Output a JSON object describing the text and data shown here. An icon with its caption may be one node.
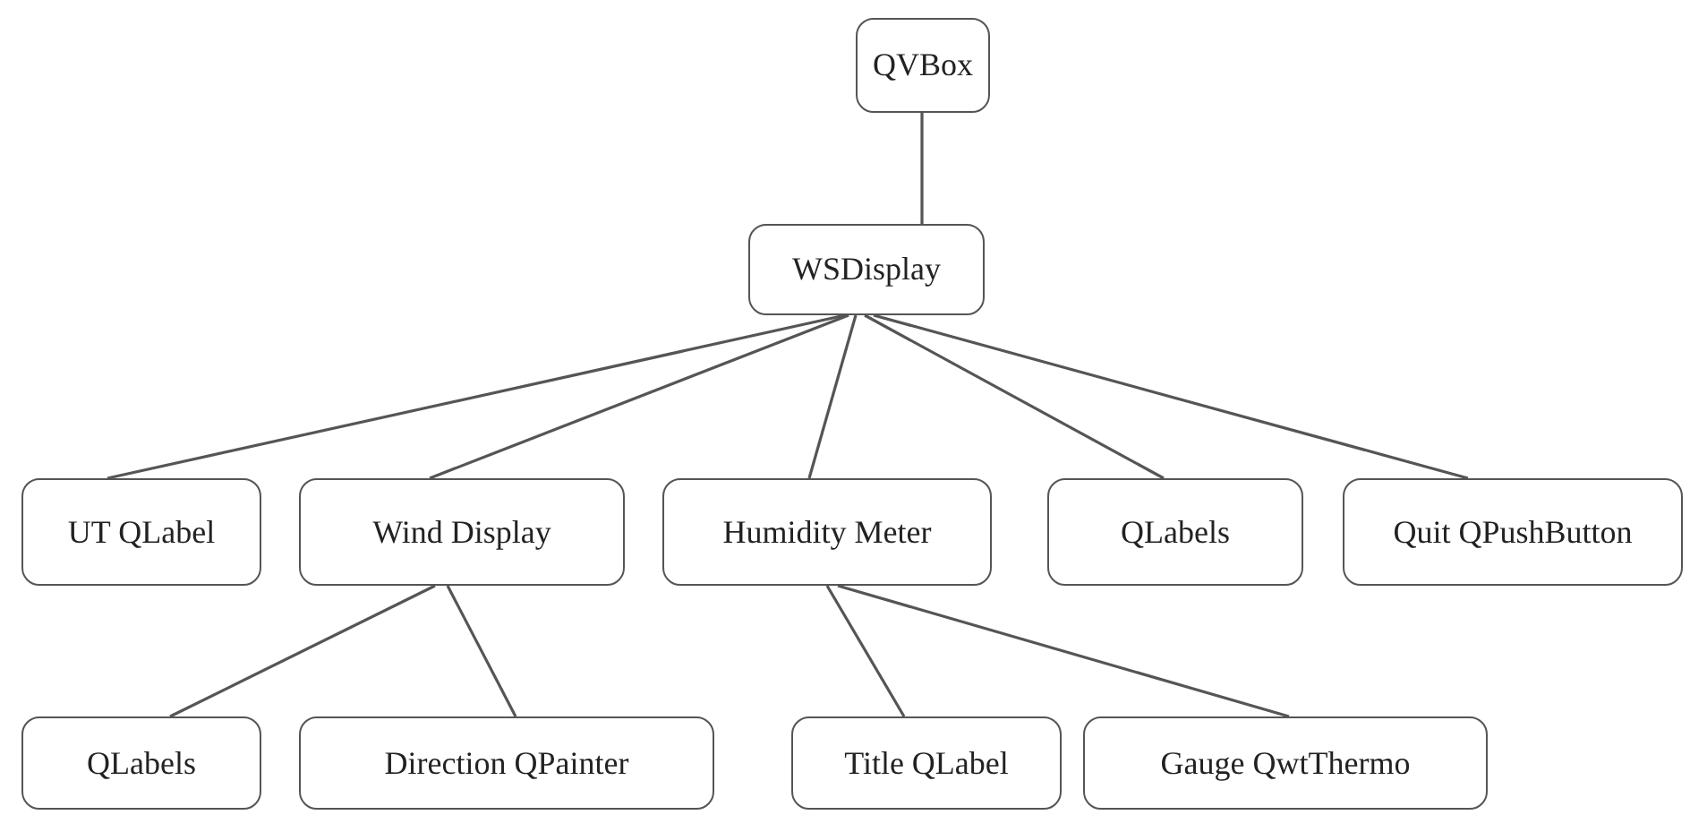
{
  "diagram": {
    "nodes": [
      {
        "text": [
          "QVBox"
        ]
      },
      {
        "text": [
          "WSDisplay"
        ]
      },
      {
        "text": [
          "UT QLabel"
        ]
      },
      {
        "text": [
          "Wind Display"
        ]
      },
      {
        "text": [
          "Humidity Meter"
        ]
      },
      {
        "text": [
          "QLabels"
        ]
      },
      {
        "text": [
          "Quit QPushButton"
        ]
      },
      {
        "text": [
          "QLabels"
        ]
      },
      {
        "text": [
          "Direction QPainter"
        ]
      },
      {
        "text": [
          "Title QLabel"
        ]
      },
      {
        "text": [
          "Gauge QwtThermo"
        ]
      }
    ],
    "edges": [
      {
        "from": 0,
        "to": 1,
        "arrow": "none"
      },
      {
        "from": 1,
        "to": 2,
        "arrow": "none"
      },
      {
        "from": 1,
        "to": 3,
        "arrow": "none"
      },
      {
        "from": 1,
        "to": 4,
        "arrow": "none"
      },
      {
        "from": 1,
        "to": 5,
        "arrow": "none"
      },
      {
        "from": 1,
        "to": 6,
        "arrow": "none"
      },
      {
        "from": 3,
        "to": 7,
        "arrow": "none"
      },
      {
        "from": 3,
        "to": 8,
        "arrow": "none"
      },
      {
        "from": 4,
        "to": 9,
        "arrow": "none"
      },
      {
        "from": 4,
        "to": 10,
        "arrow": "none"
      }
    ]
  }
}
